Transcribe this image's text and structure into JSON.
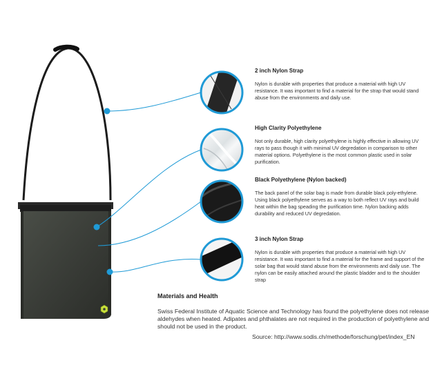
{
  "callouts": [
    {
      "title": "2 inch Nylon Strap",
      "body": "Nylon is durable with properties that produce a material with high UV resistance. It was important to find a material for the strap that would stand abuse from the environments and daily use."
    },
    {
      "title": "High Clarity Polyethylene",
      "body": "Not only durable, high clarity polyethylene is highly effective in allowing UV rays to pass though it with minimal UV degredation in comparison to other material options. Polyethylene is the most common plastic used in solar purification."
    },
    {
      "title": "Black Polyethylene (Nylon backed)",
      "body": "The back panel of the solar bag is made from durable black poly-ethylene. Using black polyethylene serves as a way to both reflect UV rays and build heat within the bag speading the purification time. Nylon backing adds durability and reduced UV degredation."
    },
    {
      "title": "3 inch Nylon Strap",
      "body": "Nylon is durable with properties that produce a material with high UV resistance. It was important to find a material for the frame and support of the solar bag that would stand abuse from the environments and daily use. The nylon can be easily attached around the plastic bladder and to the shoulder strap"
    }
  ],
  "materials_health": {
    "title": "Materials and Health",
    "body": "Swiss Federal Institute of Aquatic Science and Technology has found the polyethylene does not release aldehydes when heated. Adipates and phthalates are not required in the production of polyethylene and should not be used in the product.",
    "source": "Source: http://www.sodis.ch/methode/forschung/pet/index_EN"
  },
  "colors": {
    "accent": "#1f9ad6",
    "bag_panel": "#3a3d38",
    "strap": "#1c1c1c",
    "logo": "#c8e03a"
  }
}
